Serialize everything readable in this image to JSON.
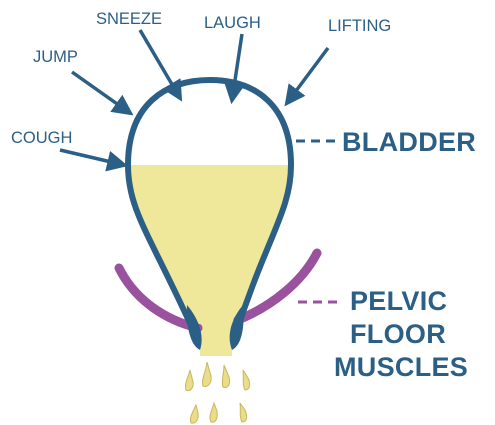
{
  "forces": {
    "sneeze": "SNEEZE",
    "laugh": "LAUGH",
    "lifting": "LIFTING",
    "jump": "JUMP",
    "cough": "COUGH"
  },
  "labels": {
    "bladder": "BLADDER",
    "pelvic_line1": "PELVIC",
    "pelvic_line2": "FLOOR",
    "pelvic_line3": "MUSCLES"
  },
  "colors": {
    "outline": "#2b5f86",
    "fluid": "#efe89a",
    "muscle": "#9a529f",
    "drops": "#eadc89"
  }
}
